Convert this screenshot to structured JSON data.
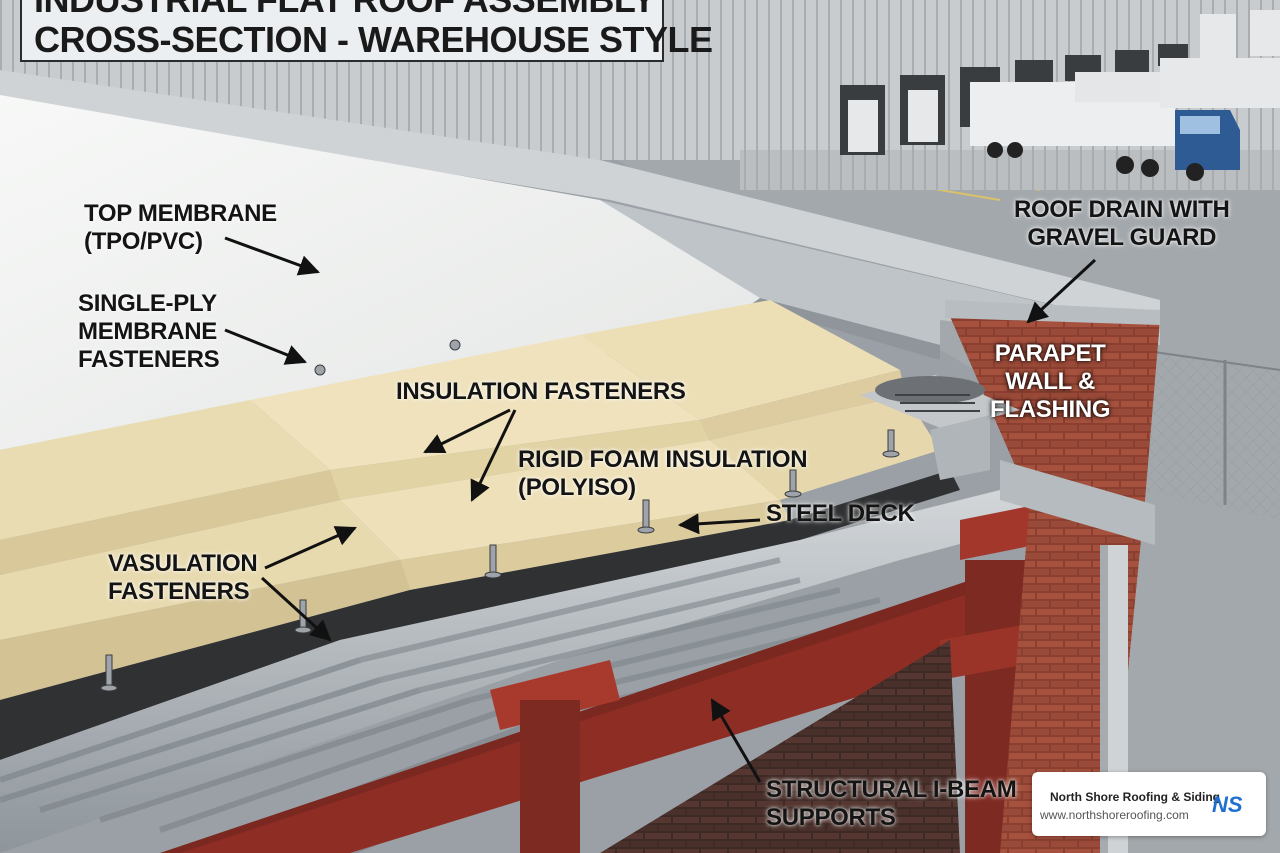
{
  "title": {
    "line1": "INDUSTRIAL FLAT ROOF ASSEMBLY",
    "line2": "CROSS-SECTION - WAREHOUSE STYLE"
  },
  "callouts": {
    "top_membrane": [
      "TOP MEMBRANE",
      "(TPO/PVC)"
    ],
    "membrane_fasteners": [
      "SINGLE-PLY",
      "MEMBRANE",
      "FASTENERS"
    ],
    "insulation_fasteners": "INSULATION FASTENERS",
    "rigid_foam": [
      "RIGID FOAM INSULATION",
      "(POLYISO)"
    ],
    "steel_deck": "STEEL DECK",
    "vasulation_fasteners": [
      "VASULATION",
      "FASTENERS"
    ],
    "roof_drain": [
      "ROOF DRAIN WITH",
      "GRAVEL GUARD"
    ],
    "parapet": [
      "PARAPET",
      "WALL &",
      "FLASHING"
    ],
    "ibeam": [
      "STRUCTURAL I-BEAM",
      "SUPPORTS"
    ]
  },
  "brand": {
    "name": "North Shore Roofing & Siding",
    "url": "www.northshoreroofing.com",
    "logo_text": "NS"
  },
  "colors": {
    "membrane": "#f2f3f2",
    "insulation": "#eadcb2",
    "deck": "#b9bec3",
    "ibeam": "#8e2d24",
    "brick": "#9b4c3a",
    "logo_blue": "#1e6fd0"
  }
}
